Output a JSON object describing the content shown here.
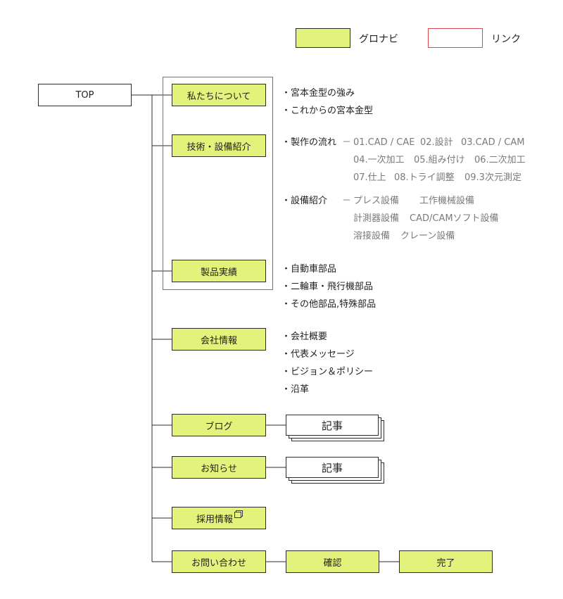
{
  "legend": {
    "nav_label": "グロナビ",
    "link_label": "リンク"
  },
  "colors": {
    "nav_fill": "#e2f27a",
    "link_border": "#e0474c",
    "line": "#2b2b2b"
  },
  "top_node": "TOP",
  "nav": {
    "about": "私たちについて",
    "tech": "技術・設備紹介",
    "products": "製品実績",
    "company": "会社情報",
    "blog": "ブログ",
    "news": "お知らせ",
    "recruit": "採用情報",
    "contact": "お問い合わせ",
    "confirm": "確認",
    "complete": "完了",
    "article": "記事",
    "recruit_icon": "external-link-icon"
  },
  "about_items": [
    "・宮本金型の強み",
    "・これからの宮本金型"
  ],
  "tech": {
    "flow_label": "・製作の流れ",
    "dash": "－",
    "flow_row1": [
      "01.CAD / CAE",
      "02.設計",
      "03.CAD / CAM"
    ],
    "flow_row2": [
      "04.一次加工",
      "05.組み付け",
      "06.二次加工"
    ],
    "flow_row3": [
      "07.仕上",
      "08.トライ調整",
      "09.3次元測定"
    ],
    "equip_label": "・設備紹介",
    "equip_row1": [
      "プレス設備",
      "工作機械設備"
    ],
    "equip_row2": [
      "計測器設備",
      "CAD/CAMソフト設備"
    ],
    "equip_row3": [
      "溶接設備",
      "クレーン設備"
    ]
  },
  "product_items": [
    "・自動車部品",
    "・二輪車・飛行機部品",
    "・その他部品,特殊部品"
  ],
  "company_items": [
    "・会社概要",
    "・代表メッセージ",
    "・ビジョン＆ポリシー",
    "・沿革"
  ]
}
